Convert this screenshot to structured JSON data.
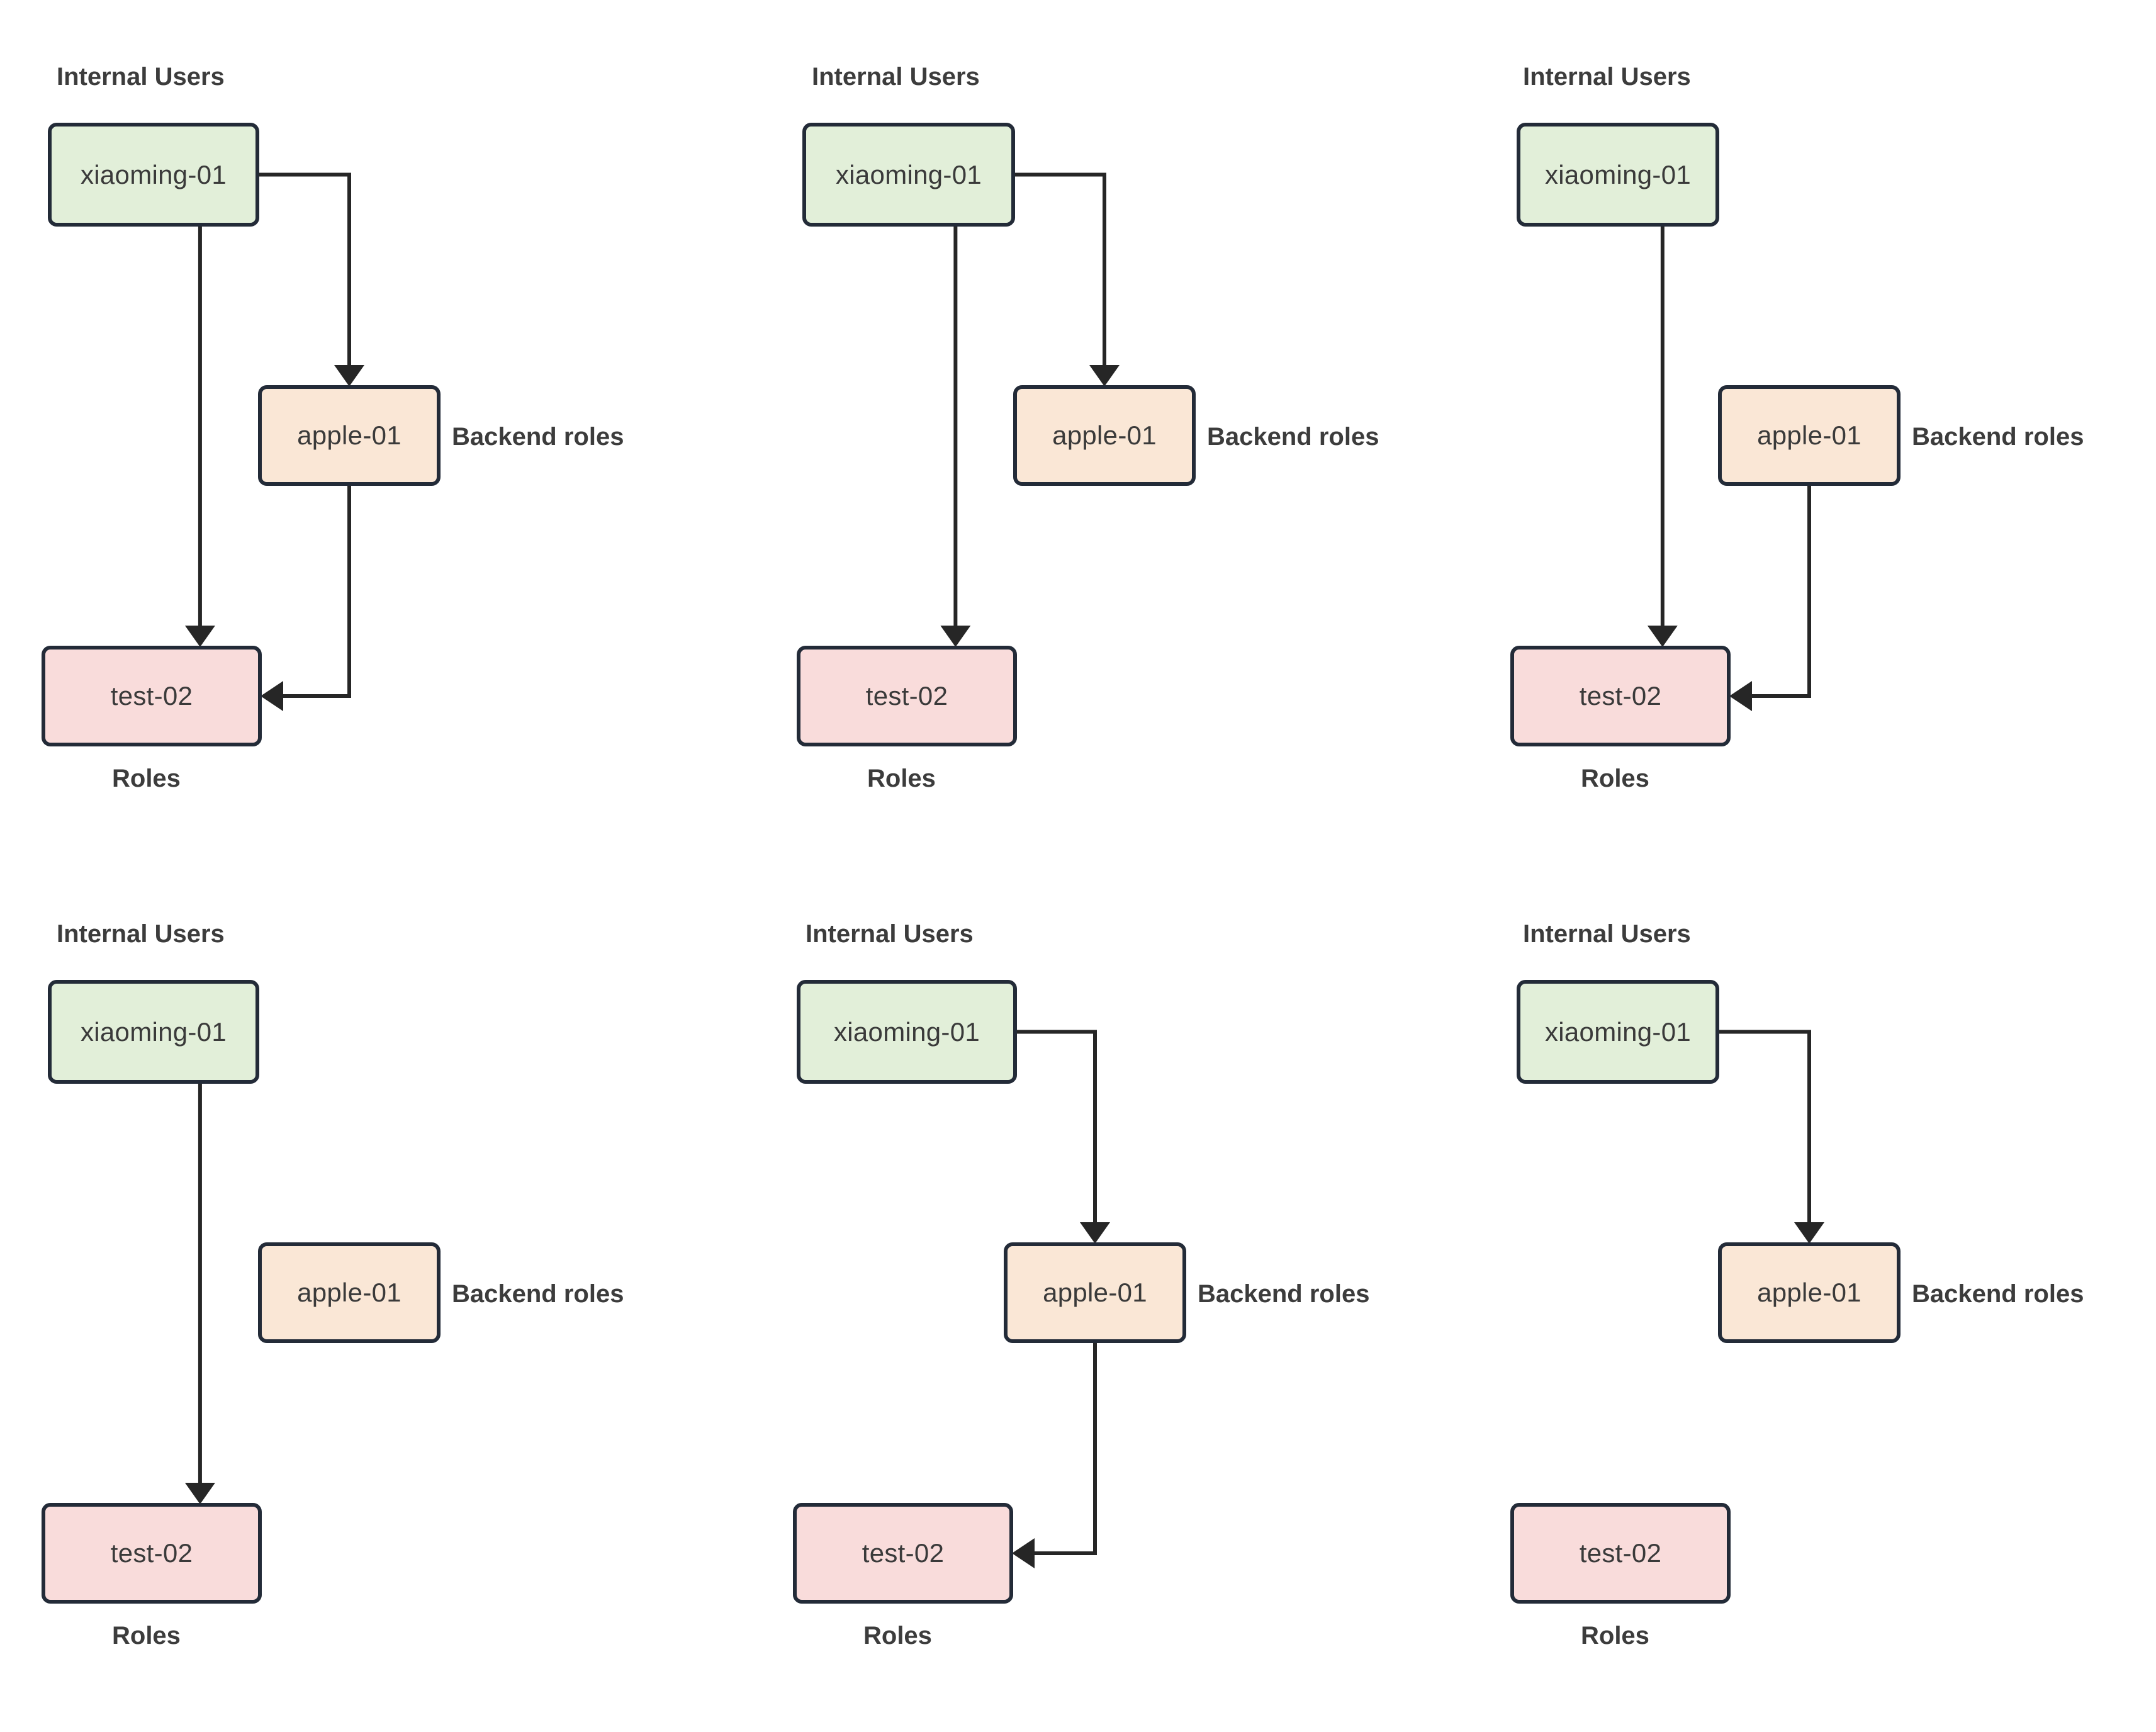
{
  "figure": {
    "title": "",
    "panel_count": 6,
    "colors": {
      "user_fill": "#e2efd9",
      "backend_fill": "#fae7d6",
      "role_fill": "#f9dcdb",
      "border": "#232b38",
      "edge": "#262626",
      "label_text": "#3c3c3c",
      "node_text": "#3a3a3a",
      "background": "#ffffff"
    },
    "group_labels": {
      "users": "Internal Users",
      "backend": "Backend roles",
      "roles": "Roles"
    },
    "node_labels": {
      "user": "xiaoming-01",
      "backend": "apple-01",
      "role": "test-02"
    }
  },
  "panels": [
    {
      "id": "panel-1",
      "nodes": {
        "user": "xiaoming-01",
        "backend": "apple-01",
        "role": "test-02"
      },
      "labels": {
        "top": "Internal Users",
        "middle": "Backend roles",
        "bottom": "Roles"
      },
      "edges": [
        "user->backend",
        "user->role",
        "backend->role"
      ]
    },
    {
      "id": "panel-2",
      "nodes": {
        "user": "xiaoming-01",
        "backend": "apple-01",
        "role": "test-02"
      },
      "labels": {
        "top": "Internal Users",
        "middle": "Backend roles",
        "bottom": "Roles"
      },
      "edges": [
        "user->backend",
        "user->role"
      ]
    },
    {
      "id": "panel-3",
      "nodes": {
        "user": "xiaoming-01",
        "backend": "apple-01",
        "role": "test-02"
      },
      "labels": {
        "top": "Internal Users",
        "middle": "Backend roles",
        "bottom": "Roles"
      },
      "edges": [
        "user->role",
        "backend->role"
      ]
    },
    {
      "id": "panel-4",
      "nodes": {
        "user": "xiaoming-01",
        "backend": "apple-01",
        "role": "test-02"
      },
      "labels": {
        "top": "Internal Users",
        "middle": "Backend roles",
        "bottom": "Roles"
      },
      "edges": [
        "user->role"
      ]
    },
    {
      "id": "panel-5",
      "nodes": {
        "user": "xiaoming-01",
        "backend": "apple-01",
        "role": "test-02"
      },
      "labels": {
        "top": "Internal Users",
        "middle": "Backend roles",
        "bottom": "Roles"
      },
      "edges": [
        "user->backend",
        "backend->role"
      ]
    },
    {
      "id": "panel-6",
      "nodes": {
        "user": "xiaoming-01",
        "backend": "apple-01",
        "role": "test-02"
      },
      "labels": {
        "top": "Internal Users",
        "middle": "Backend roles",
        "bottom": "Roles"
      },
      "edges": [
        "user->backend"
      ]
    }
  ]
}
